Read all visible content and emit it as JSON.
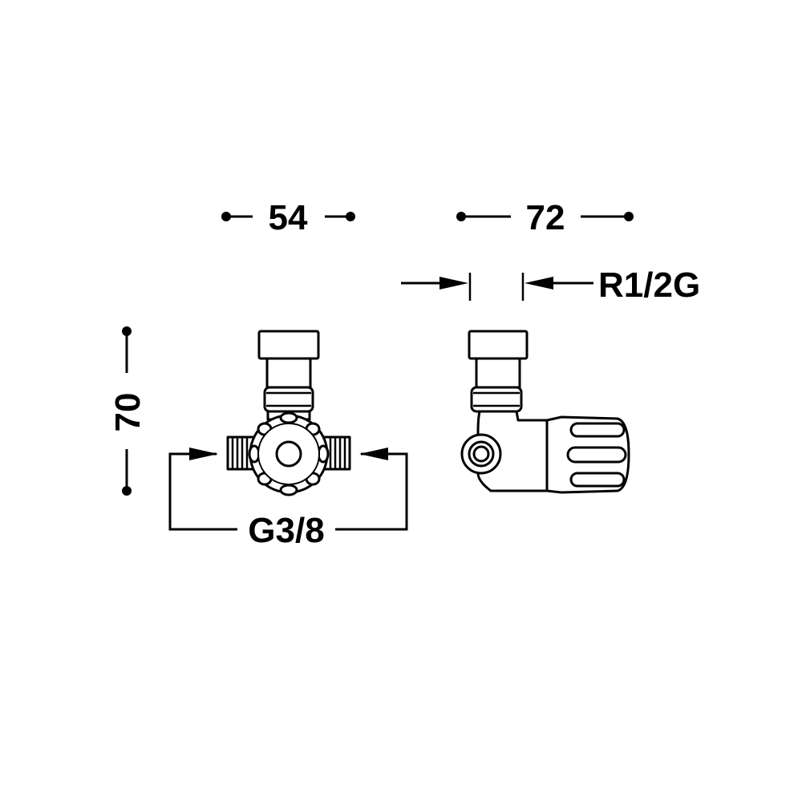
{
  "dimensions": {
    "width_front": "54",
    "depth_side": "72",
    "height": "70",
    "outlet_thread": "G3/8",
    "inlet_thread": "R1/2G"
  },
  "colors": {
    "line": "#000000",
    "background": "#ffffff"
  }
}
